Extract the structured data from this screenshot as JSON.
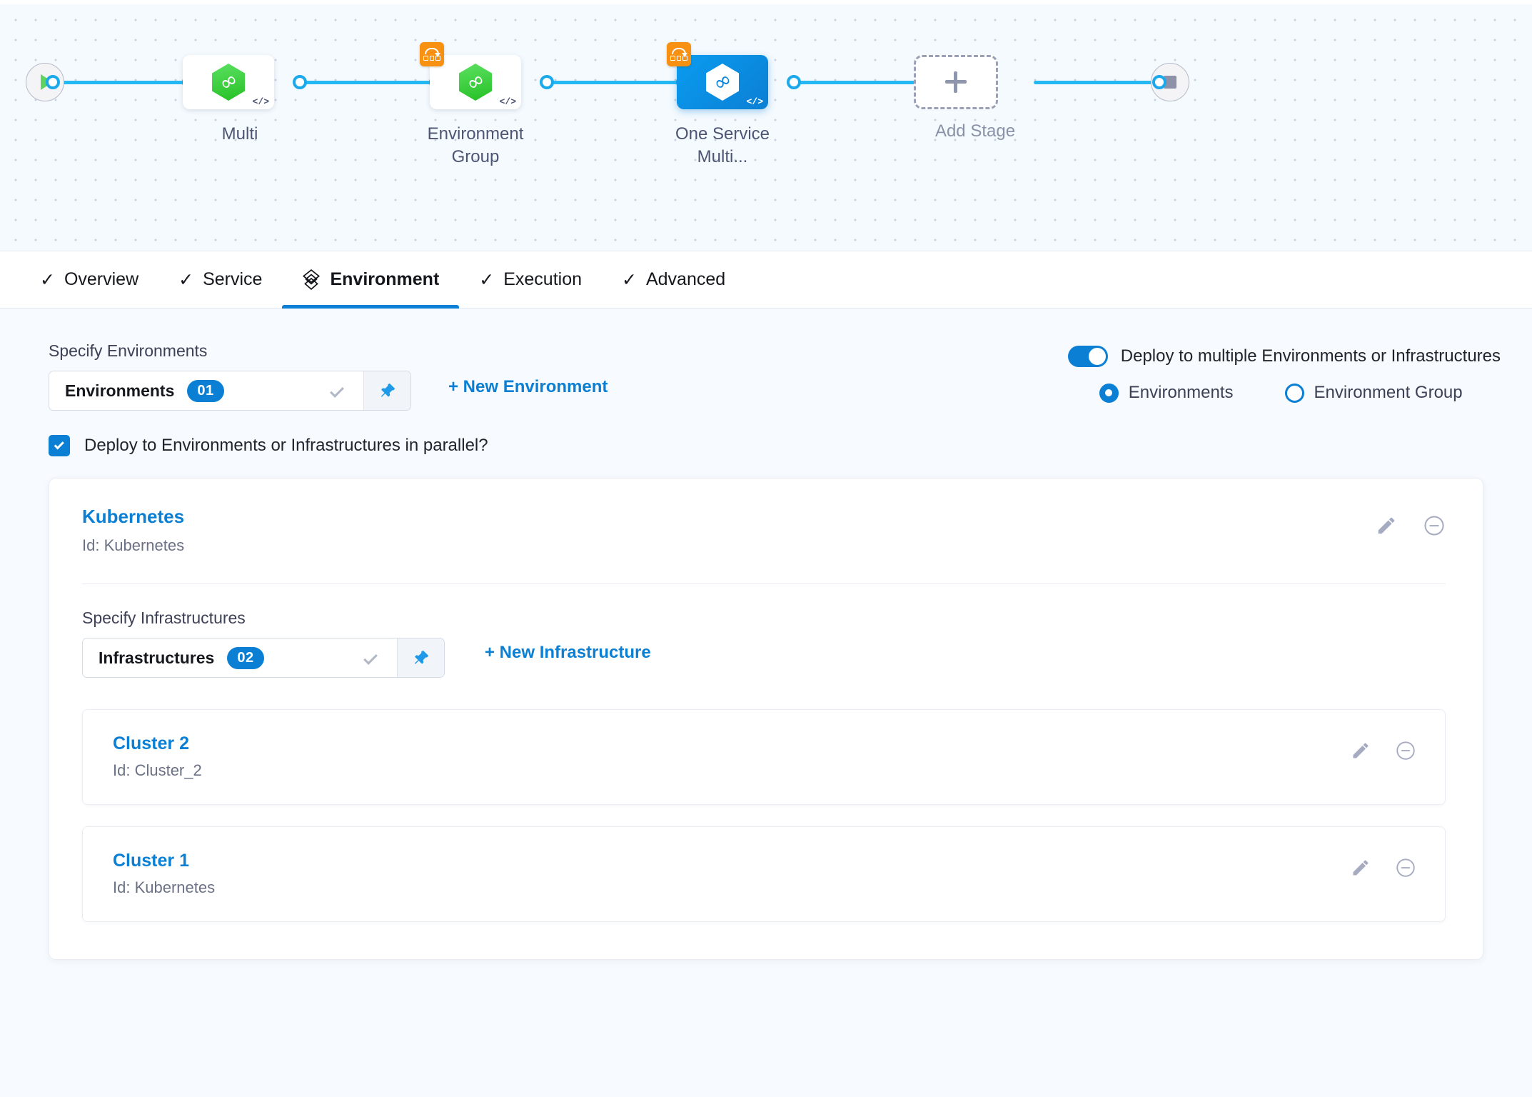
{
  "pipeline": {
    "nodes": [
      {
        "id": "start",
        "type": "start-node",
        "label": ""
      },
      {
        "id": "multi",
        "type": "stage-node",
        "label": "Multi",
        "selected": false,
        "has_badge": false,
        "code_tag": "</>"
      },
      {
        "id": "env-group",
        "type": "stage-node",
        "label": "Environment Group",
        "selected": false,
        "has_badge": true,
        "code_tag": "</>"
      },
      {
        "id": "one-service-multi",
        "type": "stage-node",
        "label": "One Service Multi...",
        "selected": true,
        "has_badge": true,
        "code_tag": "</>"
      },
      {
        "id": "add-stage",
        "type": "add-stage",
        "label": "Add Stage"
      },
      {
        "id": "end",
        "type": "stop-node",
        "label": ""
      }
    ],
    "wire_color": "#25b9f3",
    "selected_node_color": "#0b7fd4"
  },
  "tabs": [
    {
      "label": "Overview",
      "icon": "check-icon",
      "active": false
    },
    {
      "label": "Service",
      "icon": "check-icon",
      "active": false
    },
    {
      "label": "Environment",
      "icon": "environment-layers-icon",
      "active": true
    },
    {
      "label": "Execution",
      "icon": "check-icon",
      "active": false
    },
    {
      "label": "Advanced",
      "icon": "check-icon",
      "active": false
    }
  ],
  "environments": {
    "section_label": "Specify Environments",
    "select_text": "Environments",
    "select_count": "01",
    "new_link": "+ New Environment",
    "pin_icon": "pin-icon",
    "caret_icon": "chevron-down-icon"
  },
  "multi_deploy": {
    "toggle_label": "Deploy to multiple Environments or Infrastructures",
    "toggle_on": true,
    "options": [
      {
        "label": "Environments",
        "selected": true
      },
      {
        "label": "Environment Group",
        "selected": false
      }
    ]
  },
  "parallel": {
    "label": "Deploy to Environments or Infrastructures in parallel?",
    "checked": true
  },
  "environment_card": {
    "title": "Kubernetes",
    "subtitle": "Id: Kubernetes",
    "edit_icon": "pencil-icon",
    "remove_icon": "minus-circle-icon"
  },
  "infrastructures": {
    "section_label": "Specify Infrastructures",
    "select_text": "Infrastructures",
    "select_count": "02",
    "new_link": "+ New Infrastructure",
    "items": [
      {
        "title": "Cluster 2",
        "subtitle": "Id: Cluster_2",
        "edit_icon": "pencil-icon",
        "remove_icon": "minus-circle-icon"
      },
      {
        "title": "Cluster 1",
        "subtitle": "Id: Kubernetes",
        "edit_icon": "pencil-icon",
        "remove_icon": "minus-circle-icon"
      }
    ]
  },
  "colors": {
    "accent": "#0b7fd4",
    "wire": "#25b9f3",
    "badge_orange": "#f89012",
    "hex_green": "#25c025",
    "page_bg": "#f7fbff"
  }
}
